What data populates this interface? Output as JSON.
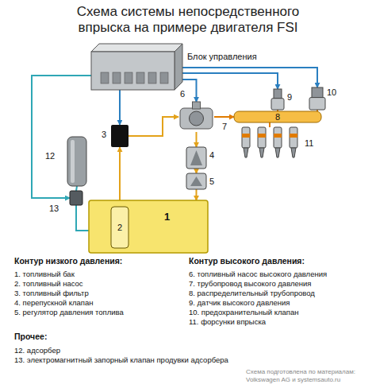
{
  "diagram": {
    "title": "Схема системы непосредственного впрыска  на примере двигателя FSI",
    "nodes": [
      {
        "text": [
          "Блок управления"
        ]
      },
      {
        "text": [
          "6"
        ]
      },
      {
        "text": [
          "9"
        ]
      },
      {
        "text": [
          "10"
        ]
      },
      {
        "text": [
          "8"
        ]
      },
      {
        "text": [
          "3"
        ]
      },
      {
        "text": [
          "11"
        ]
      },
      {
        "text": [
          "12"
        ]
      },
      {
        "text": [
          "4"
        ]
      },
      {
        "text": [
          "5"
        ]
      },
      {
        "text": [
          "13"
        ]
      },
      {
        "text": [
          "1"
        ]
      },
      {
        "text": [
          "2"
        ],
        "in": 11
      }
    ],
    "edges": [
      {
        "from": 12,
        "to": 5,
        "arrow": "to"
      },
      {
        "from": 5,
        "to": 1,
        "arrow": "to"
      },
      {
        "from": 1,
        "to": 8,
        "arrow": "to"
      },
      {
        "from": 8,
        "to": 9,
        "arrow": "to"
      },
      {
        "from": 9,
        "to": 11,
        "arrow": "to"
      },
      {
        "from": 1,
        "to": 4,
        "label": "7",
        "arrow": "to"
      },
      {
        "from": 4,
        "to": 2,
        "arrow": "none"
      },
      {
        "from": 4,
        "to": 3,
        "arrow": "none"
      },
      {
        "from": 4,
        "to": 6,
        "arrow": "none"
      },
      {
        "from": 0,
        "to": 1,
        "arrow": "to"
      },
      {
        "from": 0,
        "to": 2,
        "arrow": "to"
      },
      {
        "from": 0,
        "to": 3,
        "arrow": "to"
      },
      {
        "from": 0,
        "to": 5,
        "arrow": "to"
      },
      {
        "from": 0,
        "to": 10,
        "arrow": "to"
      },
      {
        "from": 7,
        "to": 10,
        "arrow": "none"
      },
      {
        "from": 10,
        "to": 11,
        "arrow": "none"
      }
    ],
    "labels": [
      "Контур низкого давления:",
      "1. топливный бак",
      "2. топливный насос",
      "3. топливный фильтр",
      "4. перепускной клапан",
      "5. регулятор давления топлива",
      "Контур высокого давления:",
      "6. топливный насос высокого давления",
      "7. трубопровод высокого давления",
      "8. распределительный трубопровод",
      "9. датчик высокого давления",
      "10. предохранительный клапан",
      "11. форсунки впрыска",
      "Прочее:",
      "12. адсорбер",
      "13. электромагнитный запорный клапан продувки адсорбера",
      "Схема подготовлена по материалам:",
      "Volkswagen AG и systemsauto.ru"
    ]
  }
}
